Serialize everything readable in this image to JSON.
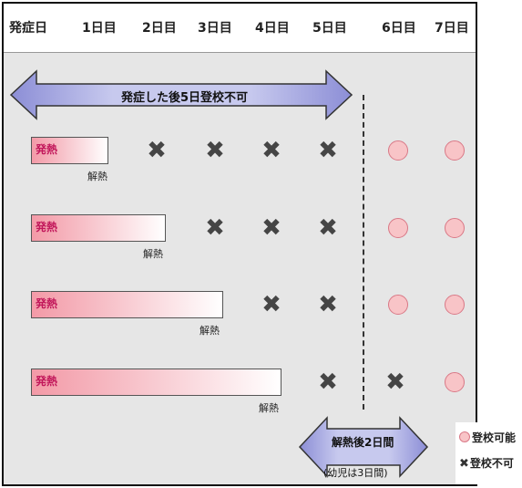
{
  "header": {
    "days": [
      "発症日",
      "1日目",
      "2日目",
      "3日目",
      "4日目",
      "5日目",
      "6日目",
      "7日目"
    ]
  },
  "top_arrow": {
    "label": "発症した後5日登校不可"
  },
  "rows": [
    {
      "fever_label": "発熱",
      "resolve_label": "解熱",
      "fever_days": 1,
      "marks": [
        "x",
        "x",
        "x",
        "x",
        "o",
        "o"
      ]
    },
    {
      "fever_label": "発熱",
      "resolve_label": "解熱",
      "fever_days": 2,
      "marks": [
        "x",
        "x",
        "x",
        "o",
        "o"
      ]
    },
    {
      "fever_label": "発熱",
      "resolve_label": "解熱",
      "fever_days": 3,
      "marks": [
        "x",
        "x",
        "o",
        "o"
      ]
    },
    {
      "fever_label": "発熱",
      "resolve_label": "解熱",
      "fever_days": 4,
      "marks": [
        "x",
        "x",
        "o"
      ]
    }
  ],
  "bottom_arrow": {
    "label": "解熱後2日間",
    "sublabel": "(幼児は3日間)"
  },
  "legend": {
    "ok_label": "登校可能",
    "ng_label": "登校不可"
  },
  "symbols": {
    "ok": "circle",
    "ng": "x-mark"
  },
  "colors": {
    "fever_bar": "#f39aa7",
    "ok_mark": "#f8c4c7",
    "ng_mark": "#454545",
    "arrow": "#8c8ed6"
  }
}
